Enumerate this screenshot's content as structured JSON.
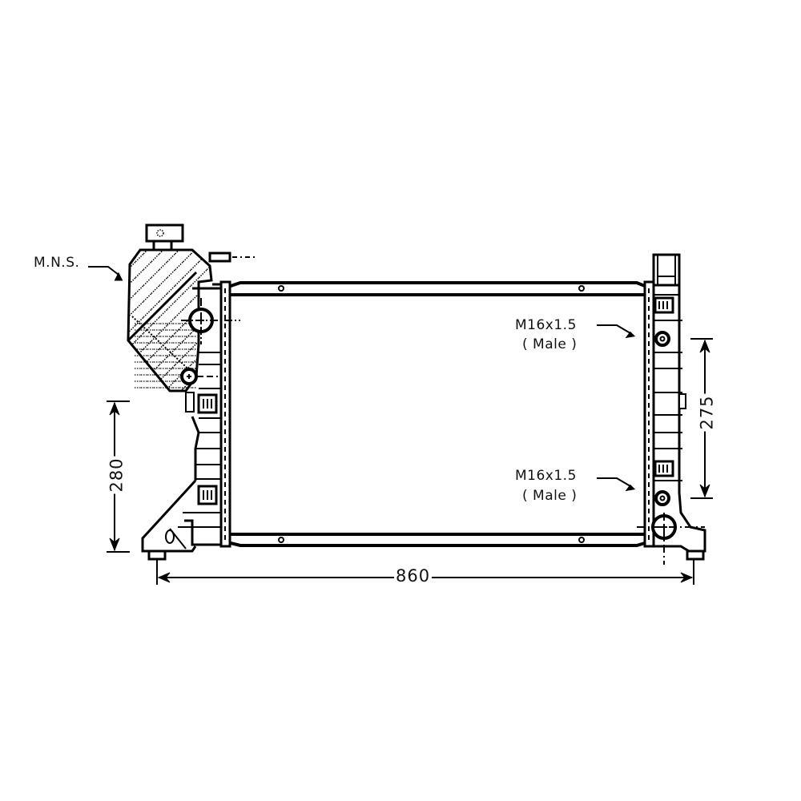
{
  "diagram": {
    "subject": "Radiator technical drawing",
    "annotations": {
      "tank_label": "M.N.S.",
      "upper_fitting_spec": "M16x1.5",
      "upper_fitting_type": "( Male )",
      "lower_fitting_spec": "M16x1.5",
      "lower_fitting_type": "( Male )"
    },
    "dimensions": {
      "width": "860",
      "left_height": "280",
      "right_height": "275"
    },
    "colors": {
      "line": "#000000",
      "background": "#ffffff"
    }
  }
}
